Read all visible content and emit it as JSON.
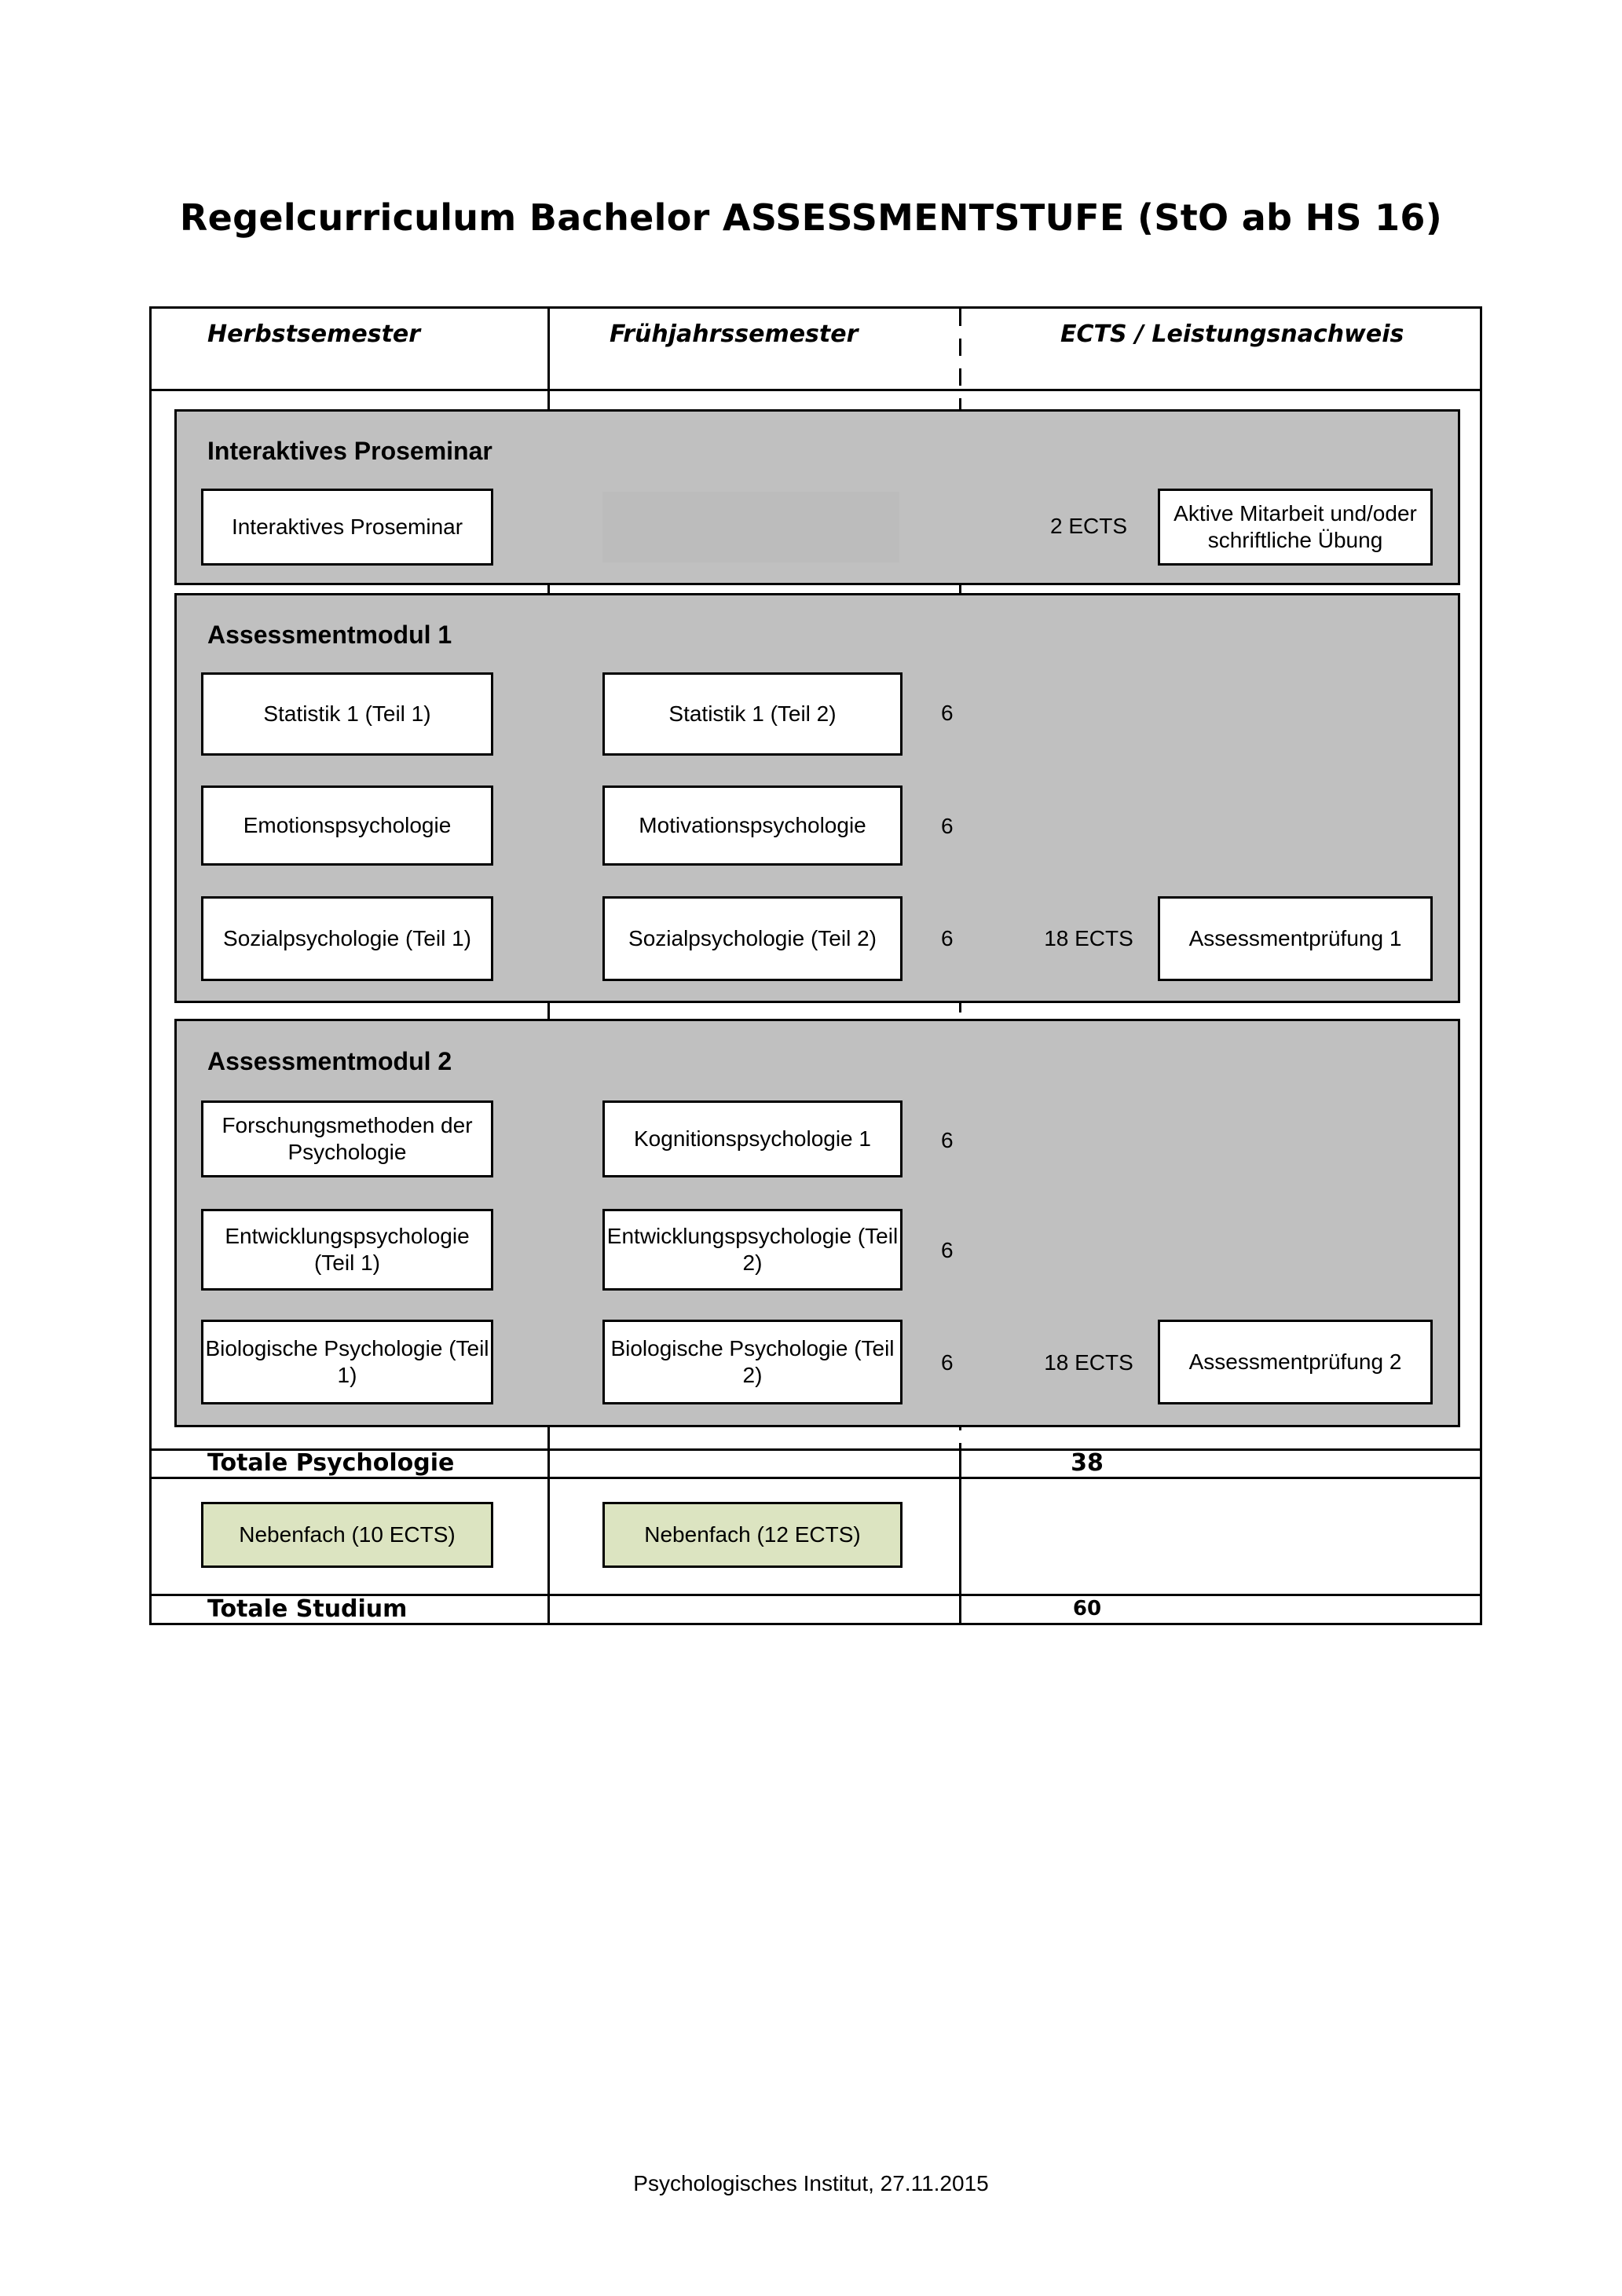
{
  "title": "Regelcurriculum Bachelor ASSESSMENTSTUFE (StO ab HS 16)",
  "headers": {
    "col1": "Herbstsemester",
    "col2": "Frühjahrssemester",
    "col3": "ECTS / Leistungsnachweis"
  },
  "modules": {
    "proseminar": {
      "title": "Interaktives Proseminar",
      "hs_course": "Interaktives Proseminar",
      "ects": "2 ECTS",
      "assessment": "Aktive Mitarbeit und/oder schriftliche Übung"
    },
    "am1": {
      "title": "Assessmentmodul 1",
      "rows": [
        {
          "hs": "Statistik 1 (Teil 1)",
          "fs": "Statistik 1 (Teil 2)",
          "ects": "6"
        },
        {
          "hs": "Emotionspsychologie",
          "fs": "Motivationspsychologie",
          "ects": "6"
        },
        {
          "hs": "Sozialpsychologie (Teil 1)",
          "fs": "Sozialpsychologie (Teil 2)",
          "ects": "6"
        }
      ],
      "total": "18 ECTS",
      "assessment": "Assessmentprüfung 1"
    },
    "am2": {
      "title": "Assessmentmodul 2",
      "rows": [
        {
          "hs": "Forschungsmethoden der Psychologie",
          "fs": "Kognitionspsychologie 1",
          "ects": "6"
        },
        {
          "hs": "Entwicklungspsychologie (Teil 1)",
          "fs": "Entwicklungspsychologie (Teil 2)",
          "ects": "6"
        },
        {
          "hs": "Biologische Psychologie (Teil 1)",
          "fs": "Biologische Psychologie (Teil 2)",
          "ects": "6"
        }
      ],
      "total": "18 ECTS",
      "assessment": "Assessmentprüfung 2"
    }
  },
  "totals": {
    "psychology_label": "Totale Psychologie",
    "psychology_value": "38",
    "study_label": "Totale Studium",
    "study_value": "60"
  },
  "minor": {
    "hs": "Nebenfach (10 ECTS)",
    "fs": "Nebenfach (12 ECTS)"
  },
  "footer": "Psychologisches Institut, 27.11.2015",
  "colors": {
    "module_bg": "#c0c0c0",
    "minor_bg": "#dce4c1"
  }
}
